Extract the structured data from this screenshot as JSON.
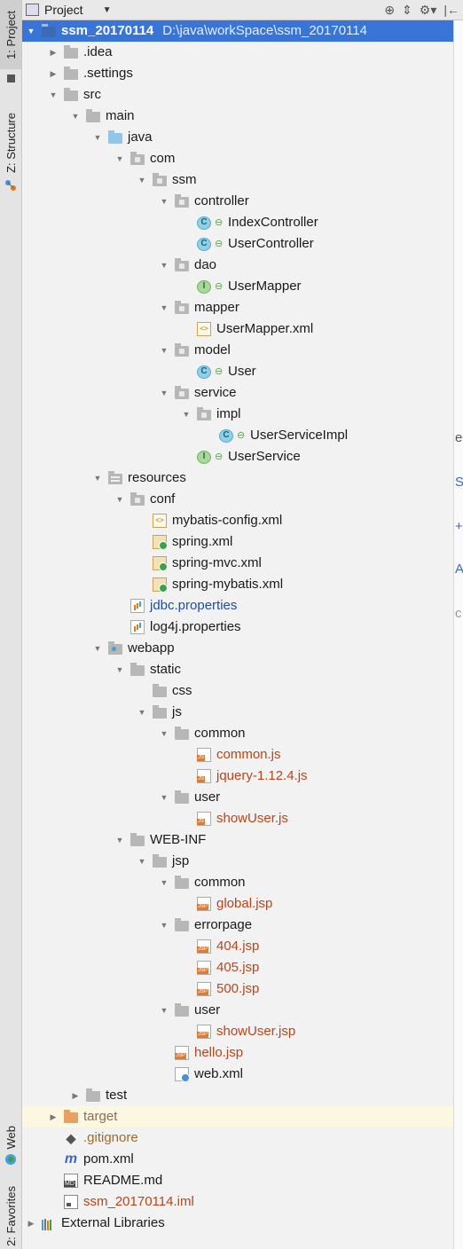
{
  "header": {
    "title": "Project",
    "tools": [
      "target-icon",
      "collapse-icon",
      "gear-icon",
      "hide-icon"
    ]
  },
  "side_tabs": {
    "project": "1: Project",
    "structure": "Z: Structure",
    "web": "Web",
    "favorites": "2: Favorites"
  },
  "tree": [
    {
      "d": 0,
      "arrow": "down",
      "icon": "module",
      "label": "ssm_20170114",
      "path": "D:\\java\\workSpace\\ssm_20170114",
      "sel": true
    },
    {
      "d": 1,
      "arrow": "right",
      "icon": "folder",
      "label": ".idea"
    },
    {
      "d": 1,
      "arrow": "right",
      "icon": "folder",
      "label": ".settings"
    },
    {
      "d": 1,
      "arrow": "down",
      "icon": "folder",
      "label": "src"
    },
    {
      "d": 2,
      "arrow": "down",
      "icon": "folder",
      "label": "main"
    },
    {
      "d": 3,
      "arrow": "down",
      "icon": "folder-blue",
      "label": "java"
    },
    {
      "d": 4,
      "arrow": "down",
      "icon": "package",
      "label": "com"
    },
    {
      "d": 5,
      "arrow": "down",
      "icon": "package",
      "label": "ssm"
    },
    {
      "d": 6,
      "arrow": "down",
      "icon": "package",
      "label": "controller"
    },
    {
      "d": 7,
      "arrow": "none",
      "icon": "class",
      "label": "IndexController",
      "lock": true
    },
    {
      "d": 7,
      "arrow": "none",
      "icon": "class",
      "label": "UserController",
      "lock": true
    },
    {
      "d": 6,
      "arrow": "down",
      "icon": "package",
      "label": "dao"
    },
    {
      "d": 7,
      "arrow": "none",
      "icon": "interface",
      "label": "UserMapper",
      "lock": true
    },
    {
      "d": 6,
      "arrow": "down",
      "icon": "package",
      "label": "mapper"
    },
    {
      "d": 7,
      "arrow": "none",
      "icon": "xml",
      "label": "UserMapper.xml"
    },
    {
      "d": 6,
      "arrow": "down",
      "icon": "package",
      "label": "model"
    },
    {
      "d": 7,
      "arrow": "none",
      "icon": "class",
      "label": "User",
      "lock": true
    },
    {
      "d": 6,
      "arrow": "down",
      "icon": "package",
      "label": "service"
    },
    {
      "d": 7,
      "arrow": "down",
      "icon": "package",
      "label": "impl"
    },
    {
      "d": 8,
      "arrow": "none",
      "icon": "class",
      "label": "UserServiceImpl",
      "lock": true
    },
    {
      "d": 7,
      "arrow": "none",
      "icon": "interface",
      "label": "UserService",
      "lock": true
    },
    {
      "d": 3,
      "arrow": "down",
      "icon": "resources",
      "label": "resources"
    },
    {
      "d": 4,
      "arrow": "down",
      "icon": "package",
      "label": "conf"
    },
    {
      "d": 5,
      "arrow": "none",
      "icon": "xml",
      "label": "mybatis-config.xml"
    },
    {
      "d": 5,
      "arrow": "none",
      "icon": "spring",
      "label": "spring.xml"
    },
    {
      "d": 5,
      "arrow": "none",
      "icon": "spring",
      "label": "spring-mvc.xml"
    },
    {
      "d": 5,
      "arrow": "none",
      "icon": "spring",
      "label": "spring-mybatis.xml"
    },
    {
      "d": 4,
      "arrow": "none",
      "icon": "properties",
      "label": "jdbc.properties",
      "color": "blue"
    },
    {
      "d": 4,
      "arrow": "none",
      "icon": "properties",
      "label": "log4j.properties"
    },
    {
      "d": 3,
      "arrow": "down",
      "icon": "webapp",
      "label": "webapp"
    },
    {
      "d": 4,
      "arrow": "down",
      "icon": "folder",
      "label": "static"
    },
    {
      "d": 5,
      "arrow": "none",
      "icon": "folder",
      "label": "css"
    },
    {
      "d": 5,
      "arrow": "down",
      "icon": "folder",
      "label": "js"
    },
    {
      "d": 6,
      "arrow": "down",
      "icon": "folder",
      "label": "common"
    },
    {
      "d": 7,
      "arrow": "none",
      "icon": "js",
      "label": "common.js",
      "color": "red"
    },
    {
      "d": 7,
      "arrow": "none",
      "icon": "js",
      "label": "jquery-1.12.4.js",
      "color": "red"
    },
    {
      "d": 6,
      "arrow": "down",
      "icon": "folder",
      "label": "user"
    },
    {
      "d": 7,
      "arrow": "none",
      "icon": "js",
      "label": "showUser.js",
      "color": "red"
    },
    {
      "d": 4,
      "arrow": "down",
      "icon": "folder",
      "label": "WEB-INF"
    },
    {
      "d": 5,
      "arrow": "down",
      "icon": "folder",
      "label": "jsp"
    },
    {
      "d": 6,
      "arrow": "down",
      "icon": "folder",
      "label": "common"
    },
    {
      "d": 7,
      "arrow": "none",
      "icon": "jsp",
      "label": "global.jsp",
      "color": "red"
    },
    {
      "d": 6,
      "arrow": "down",
      "icon": "folder",
      "label": "errorpage"
    },
    {
      "d": 7,
      "arrow": "none",
      "icon": "jsp",
      "label": "404.jsp",
      "color": "red"
    },
    {
      "d": 7,
      "arrow": "none",
      "icon": "jsp",
      "label": "405.jsp",
      "color": "red"
    },
    {
      "d": 7,
      "arrow": "none",
      "icon": "jsp",
      "label": "500.jsp",
      "color": "red"
    },
    {
      "d": 6,
      "arrow": "down",
      "icon": "folder",
      "label": "user"
    },
    {
      "d": 7,
      "arrow": "none",
      "icon": "jsp",
      "label": "showUser.jsp",
      "color": "red"
    },
    {
      "d": 6,
      "arrow": "none",
      "icon": "jsp",
      "label": "hello.jsp",
      "color": "red"
    },
    {
      "d": 6,
      "arrow": "none",
      "icon": "webxml",
      "label": "web.xml"
    },
    {
      "d": 2,
      "arrow": "right",
      "icon": "folder",
      "label": "test"
    },
    {
      "d": 1,
      "arrow": "right",
      "icon": "folder-orange",
      "label": "target",
      "color": "gray",
      "hl": true
    },
    {
      "d": 1,
      "arrow": "none",
      "icon": "git",
      "label": ".gitignore",
      "color": "olive"
    },
    {
      "d": 1,
      "arrow": "none",
      "icon": "maven",
      "label": "pom.xml"
    },
    {
      "d": 1,
      "arrow": "none",
      "icon": "markdown",
      "label": "README.md"
    },
    {
      "d": 1,
      "arrow": "none",
      "icon": "iml",
      "label": "ssm_20170114.iml",
      "color": "red"
    },
    {
      "d": 0,
      "arrow": "right",
      "icon": "libraries",
      "label": "External Libraries"
    }
  ],
  "colors": {
    "selection": "#3875d6",
    "blue_text": "#1f4e99",
    "red_text": "#b3471b"
  }
}
